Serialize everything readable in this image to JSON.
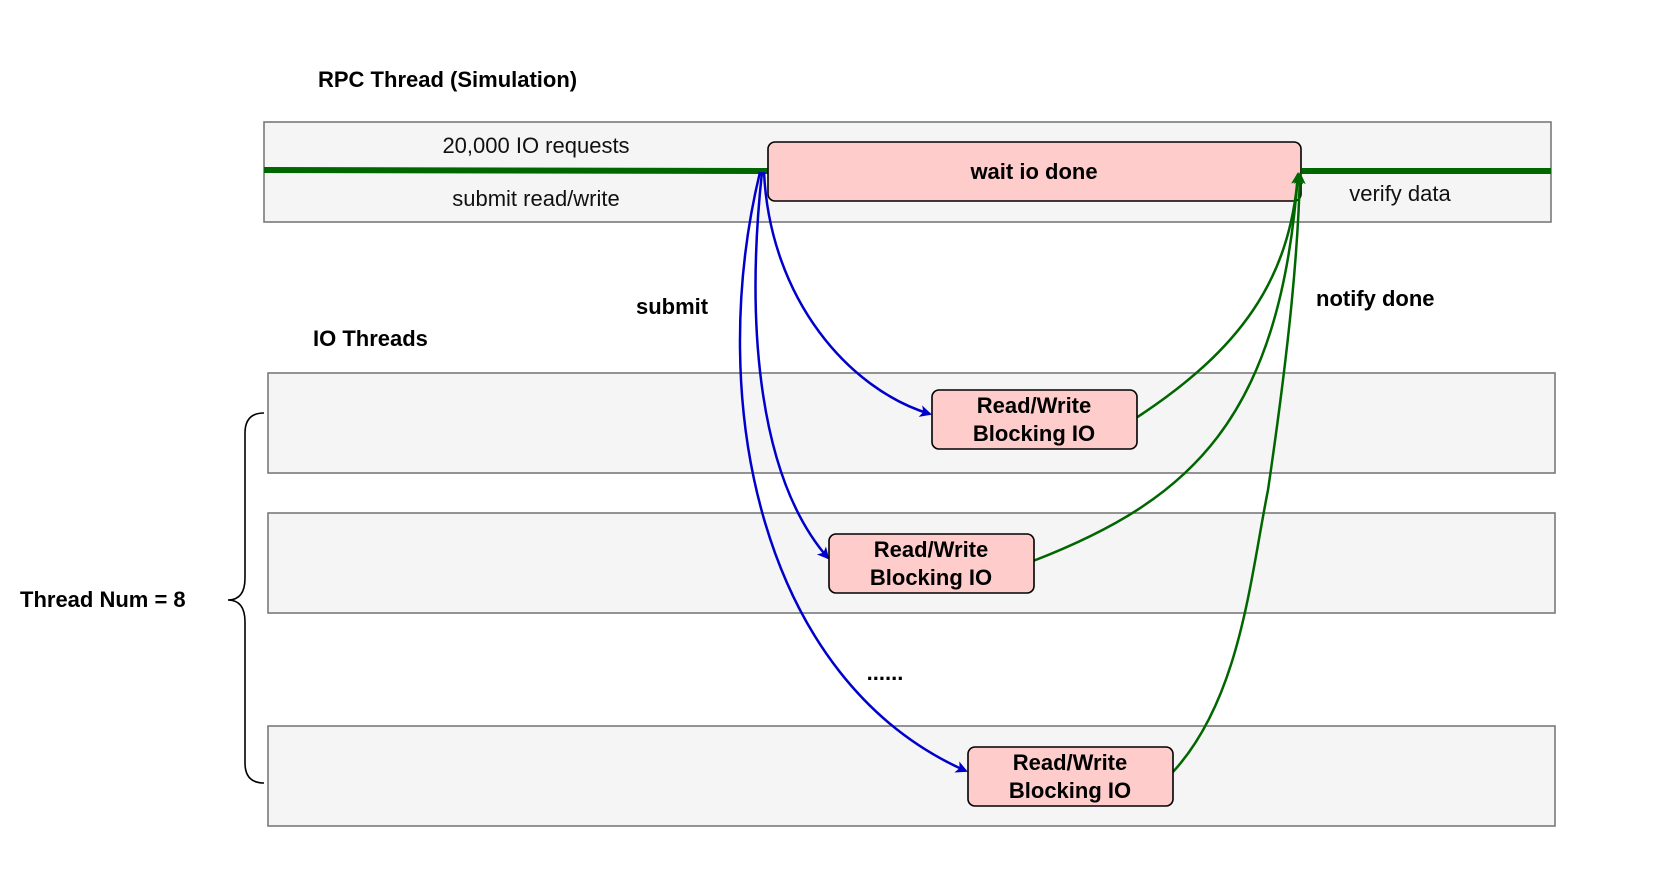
{
  "rpc": {
    "title": "RPC Thread (Simulation)",
    "requests_label": "20,000 IO requests",
    "submit_label": "submit read/write",
    "wait_label": "wait io done",
    "verify_label": "verify data"
  },
  "io": {
    "title": "IO Threads",
    "box_line1": "Read/Write",
    "box_line2": "Blocking IO",
    "ellipsis": "......"
  },
  "edges": {
    "submit": "submit",
    "notify": "notify done"
  },
  "thread_count_label": "Thread Num = 8",
  "colors": {
    "lane_fill": "#f5f5f5",
    "box_fill": "#ffcccc",
    "submit_arrow": "#0000cc",
    "notify_arrow": "#006600",
    "timeline": "#006600"
  }
}
